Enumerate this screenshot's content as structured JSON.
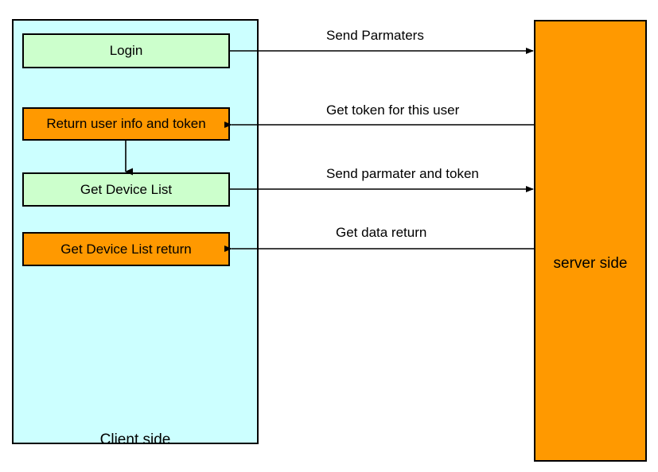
{
  "diagram": {
    "title": "Client side / server side request flow",
    "colors": {
      "client_zone_fill": "#CCFFFF",
      "server_zone_fill": "#FF9900",
      "green_step_fill": "#CCFFCC",
      "orange_step_fill": "#FF9900",
      "stroke": "#000000"
    },
    "client": {
      "label": "Client side",
      "steps": [
        {
          "id": "login",
          "label": "Login",
          "color": "green"
        },
        {
          "id": "return-user-token",
          "label": "Return user info and token",
          "color": "orange"
        },
        {
          "id": "get-device-list",
          "label": "Get Device List",
          "color": "green"
        },
        {
          "id": "device-list-return",
          "label": "Get Device List return",
          "color": "orange"
        }
      ]
    },
    "server": {
      "label": "server side"
    },
    "messages": [
      {
        "id": "send-parmaters",
        "label": "Send Parmaters",
        "direction": "client-to-server"
      },
      {
        "id": "get-token-for-user",
        "label": "Get token for this user",
        "direction": "server-to-client"
      },
      {
        "id": "send-parmater-token",
        "label": "Send parmater and token",
        "direction": "client-to-server"
      },
      {
        "id": "get-data-return",
        "label": "Get data return",
        "direction": "server-to-client"
      }
    ],
    "internal_flow": [
      {
        "id": "return-user-to-get-device",
        "from": "return-user-token",
        "to": "get-device-list",
        "direction": "down"
      }
    ]
  }
}
